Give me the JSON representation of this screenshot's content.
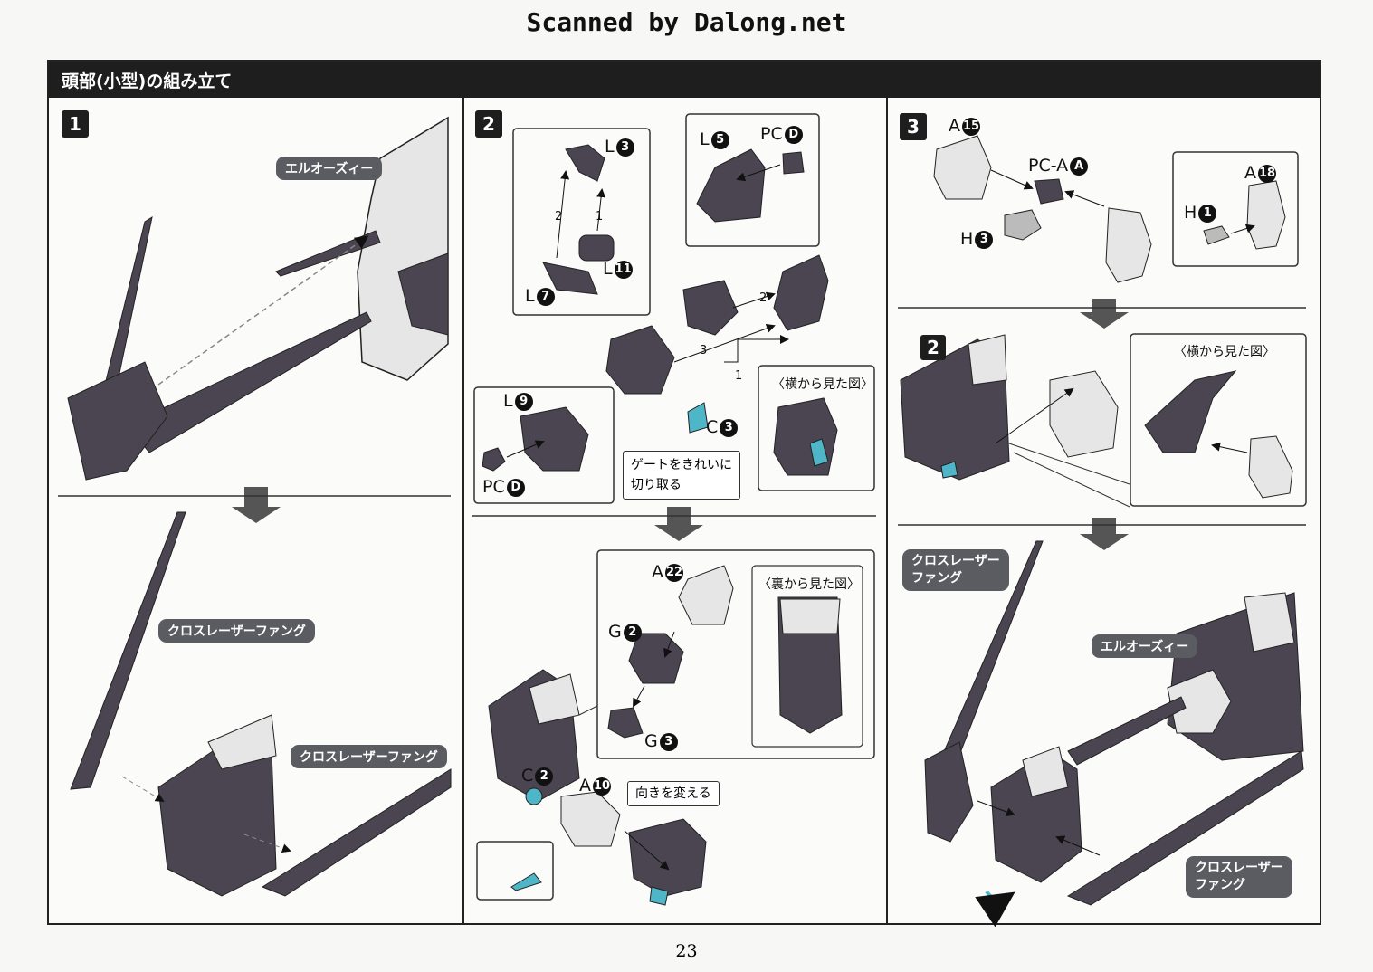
{
  "header": {
    "scan_credit": "Scanned by Dalong.net"
  },
  "title": "頭部(小型)の組み立て",
  "page_number": "23",
  "step1": {
    "number": "1",
    "label_elzy": "エルオーズィー",
    "label_fang_a": "クロスレーザーファング",
    "label_fang_b": "クロスレーザーファング"
  },
  "step2": {
    "number": "2",
    "parts": {
      "l3": "L",
      "l3_n": "3",
      "l11": "L",
      "l11_n": "11",
      "l7": "L",
      "l7_n": "7",
      "l5": "L",
      "l5_n": "5",
      "pcd_top": "PC",
      "pcd_top_n": "D",
      "l9": "L",
      "l9_n": "9",
      "pcd_bottom": "PC",
      "pcd_bottom_n": "D",
      "c3": "C",
      "c3_n": "3",
      "a22": "A",
      "a22_n": "22",
      "g2": "G",
      "g2_n": "2",
      "g3": "G",
      "g3_n": "3",
      "c2": "C",
      "c2_n": "2",
      "a10": "A",
      "a10_n": "10"
    },
    "order_marks": [
      "1",
      "2",
      "1",
      "2",
      "3"
    ],
    "side_view": "〈横から見た図〉",
    "back_view": "〈裏から見た図〉",
    "gate_note_line1": "ゲートをきれいに",
    "gate_note_line2": "切り取る",
    "rotate_note": "向きを変える"
  },
  "step3": {
    "number": "3",
    "sub_number": "2",
    "parts": {
      "a15": "A",
      "a15_n": "15",
      "pca": "PC-A",
      "pca_n": "A",
      "a18": "A",
      "a18_n": "18",
      "h1": "H",
      "h1_n": "1",
      "h3": "H",
      "h3_n": "3"
    },
    "side_view": "〈横から見た図〉",
    "label_fang_top_1": "クロスレーザー",
    "label_fang_top_2": "ファング",
    "label_elzy": "エルオーズィー",
    "label_fang_bottom_1": "クロスレーザー",
    "label_fang_bottom_2": "ファング"
  },
  "colors": {
    "title_bar": "#1e1e1e",
    "label_pill": "#5b5b62",
    "accent_clear_part": "#4fb6c8"
  }
}
